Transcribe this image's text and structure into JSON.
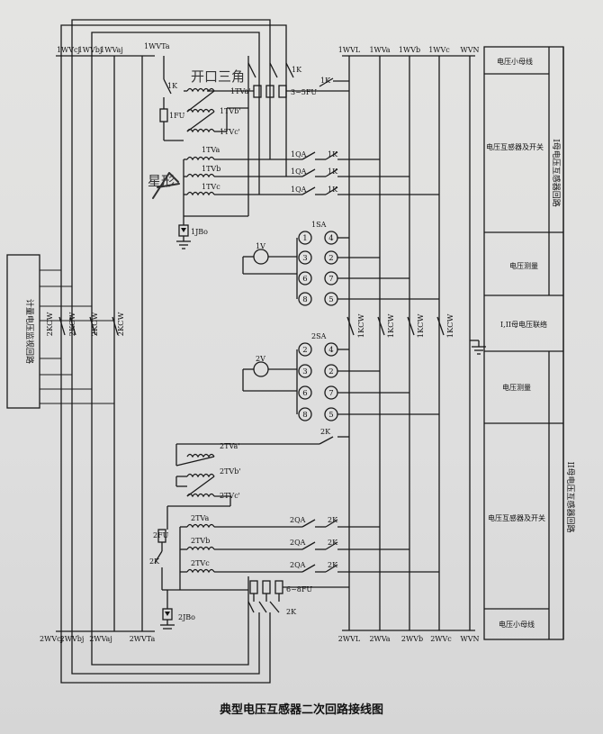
{
  "caption": "典型电压互感器二次回路接线图",
  "handwritten": {
    "top": "开口三角",
    "bottom": "星形"
  },
  "left_panel": {
    "title": "计量电压监视回路"
  },
  "bus_1": {
    "left": [
      "1WVcj",
      "1WVbj",
      "1WVaj",
      "1WVTa"
    ],
    "right": [
      "1WVL",
      "1WVa",
      "1WVb",
      "1WVc",
      "WVN"
    ]
  },
  "bus_2": {
    "left": [
      "2WVcj",
      "2WVbj",
      "2WVaj",
      "2WVTa"
    ],
    "right": [
      "2WVL",
      "2WVa",
      "2WVb",
      "2WVc",
      "WVN"
    ]
  },
  "section_1": {
    "open_delta": [
      "1TVa'",
      "1TVb'",
      "1TVc'"
    ],
    "star": [
      "1TVa",
      "1TVb",
      "1TVc"
    ],
    "fuse": "1FU",
    "fuses": "3~5FU",
    "switch": "1K",
    "earth": "1JBo",
    "breakers": [
      "1QA",
      "1QA",
      "1QA"
    ],
    "aux": [
      "1K",
      "1K",
      "1K"
    ]
  },
  "section_2": {
    "open_delta": [
      "2TVa'",
      "2TVb'",
      "2TVc'"
    ],
    "star": [
      "2TVa",
      "2TVb",
      "2TVc"
    ],
    "fuse": "2FU",
    "fuses": "6~8FU",
    "switch": "2K",
    "earth": "2JBo",
    "breakers": [
      "2QA",
      "2QA",
      "2QA"
    ],
    "aux": [
      "2K",
      "2K",
      "2K"
    ]
  },
  "switch_1sa": {
    "name": "1SA",
    "meter": "1V",
    "left_pins": [
      "1",
      "3",
      "6",
      "8"
    ],
    "right_pins": [
      "4",
      "2",
      "7",
      "5"
    ]
  },
  "switch_2sa": {
    "name": "2SA",
    "meter": "2V",
    "left_pins": [
      "2",
      "3",
      "6",
      "8"
    ],
    "right_pins": [
      "4",
      "2",
      "7",
      "5"
    ]
  },
  "kcw_left": [
    "2KCW",
    "2KCW",
    "2KCW",
    "2KCW"
  ],
  "kcw_right": [
    "1KCW",
    "1KCW",
    "1KCW",
    "1KCW"
  ],
  "right_table": {
    "rows": [
      "电压小母线",
      "电压互感器及开关",
      "电压测量",
      "I,II母电压联络",
      "电压测量",
      "电压互感器及开关",
      "电压小母线"
    ],
    "group_1": "I母电压互感器回路",
    "group_2": "II母电压互感器回路"
  }
}
